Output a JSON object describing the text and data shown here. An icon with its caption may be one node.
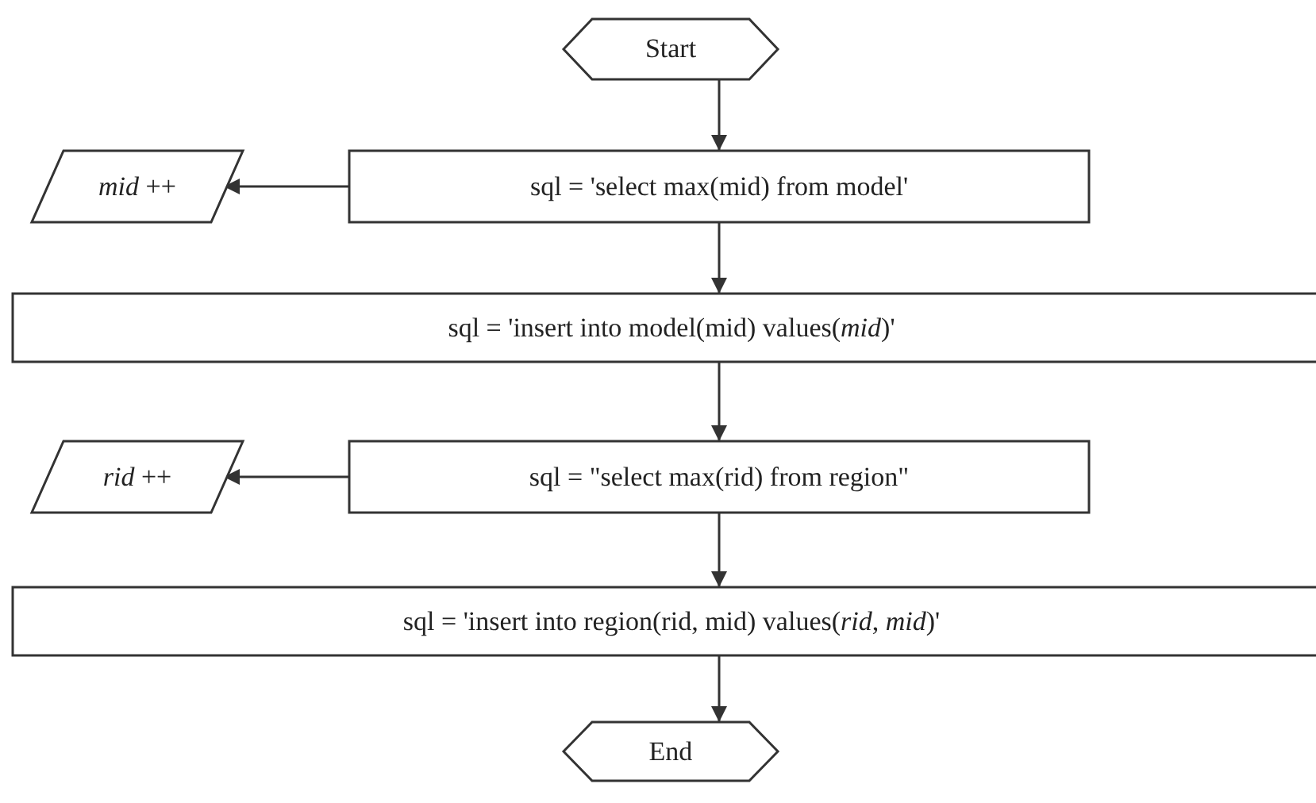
{
  "diagram": {
    "nodes": [
      {
        "text": [
          "Start"
        ]
      },
      {
        "text": [
          "*mid* ++"
        ]
      },
      {
        "text": [
          "sql = 'select max(mid) from model'"
        ]
      },
      {
        "text": [
          "sql = 'insert into model(mid) values(*mid*)'"
        ]
      },
      {
        "text": [
          "*rid* ++"
        ]
      },
      {
        "text": [
          "sql = \"select max(rid) from region\""
        ]
      },
      {
        "text": [
          "sql = 'insert into region(rid, mid) values(*rid*, *mid*)'"
        ]
      },
      {
        "text": [
          "End"
        ]
      }
    ],
    "edges": [
      {
        "from": 0,
        "to": 2,
        "arrow": "to"
      },
      {
        "from": 2,
        "to": 1,
        "arrow": "to"
      },
      {
        "from": 2,
        "to": 3,
        "arrow": "to"
      },
      {
        "from": 3,
        "to": 5,
        "arrow": "to"
      },
      {
        "from": 5,
        "to": 4,
        "arrow": "to"
      },
      {
        "from": 5,
        "to": 6,
        "arrow": "to"
      },
      {
        "from": 6,
        "to": 7,
        "arrow": "to"
      }
    ]
  }
}
